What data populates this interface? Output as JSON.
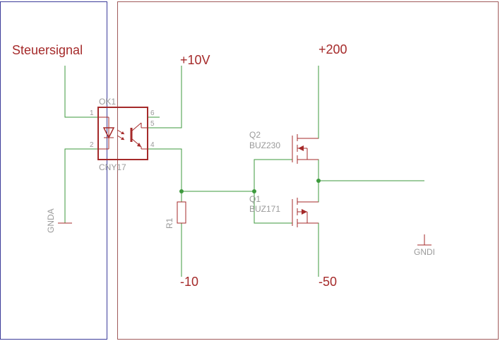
{
  "labels": {
    "steuersignal": "Steuersignal",
    "plus10v": "+10V",
    "plus200": "+200",
    "minus10": "-10",
    "minus50": "-50"
  },
  "parts": {
    "ok1_name": "OK1",
    "ok1_value": "CNY17",
    "q2_name": "Q2",
    "q2_value": "BUZ230",
    "q1_name": "Q1",
    "q1_value": "BUZ171",
    "r1_name": "R1",
    "gnda": "GNDA",
    "gndi": "GNDI"
  },
  "pins": {
    "p1": "1",
    "p2": "2",
    "p4": "4",
    "p5": "5",
    "p6": "6"
  },
  "colors": {
    "wire": "#3d9a3d",
    "symbol": "#a52a2a",
    "text": "#9a9a9a",
    "frame_left": "#3b3b9a",
    "frame_right": "#a05a5a"
  }
}
